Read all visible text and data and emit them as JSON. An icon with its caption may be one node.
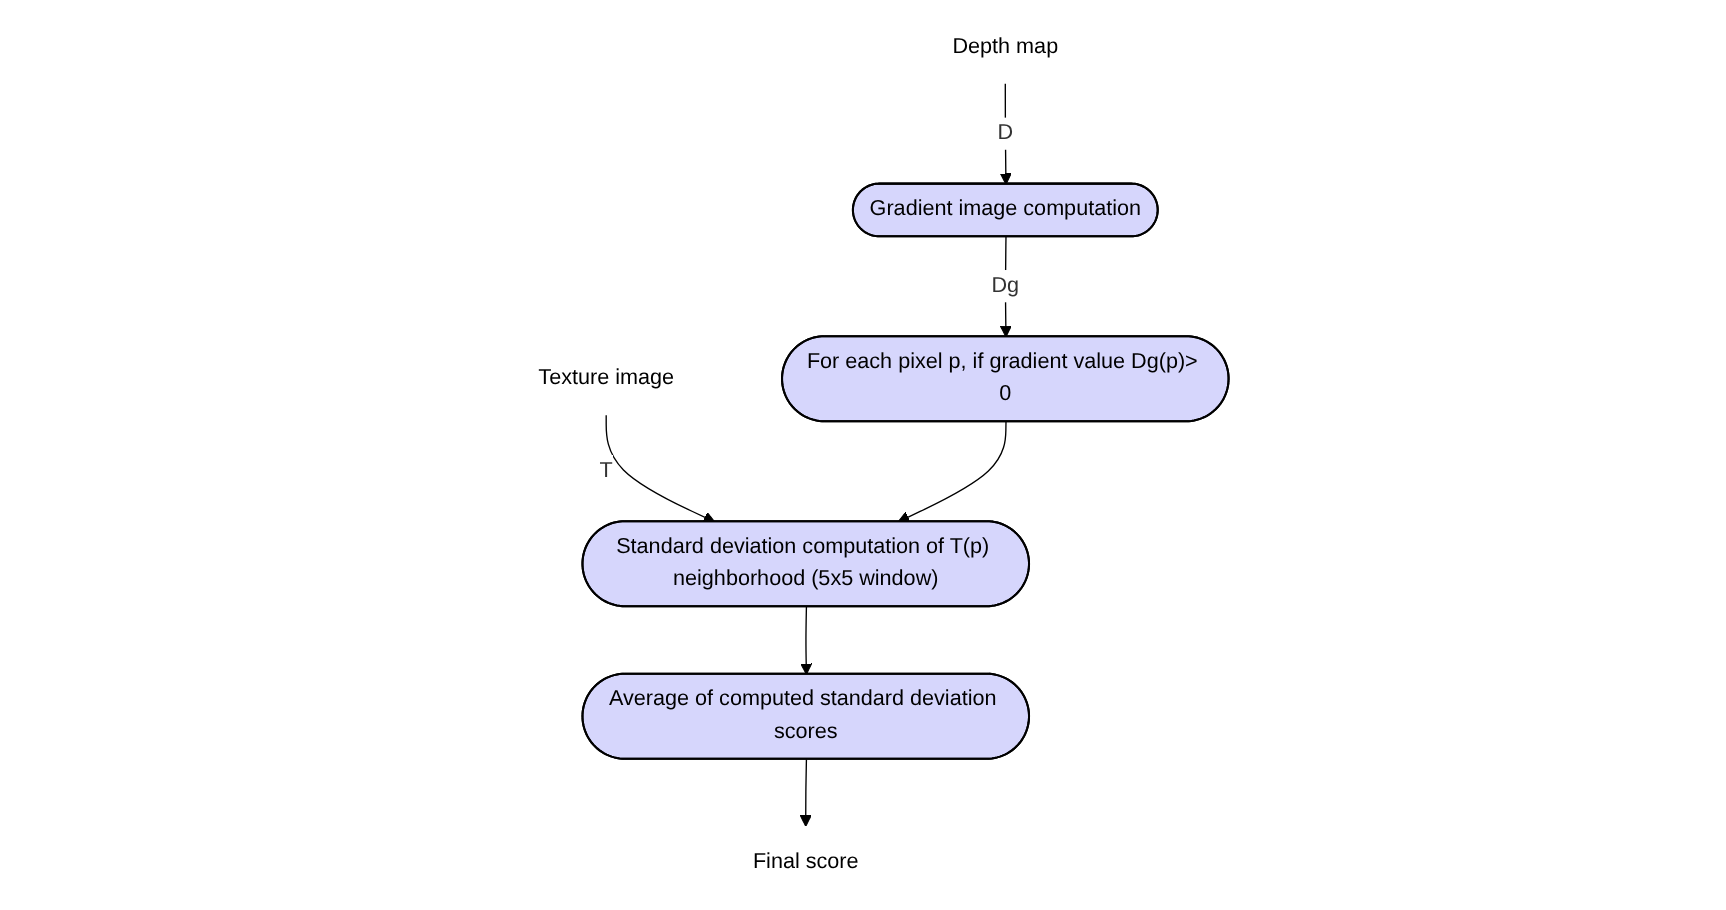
{
  "diagram": {
    "nodes": [
      {
        "text": [
          "Depth map"
        ]
      },
      {
        "text": [
          "Gradient image computation"
        ]
      },
      {
        "text": [
          "For each pixel p, if gradient value Dg(p)> 0"
        ]
      },
      {
        "text": [
          "Texture image"
        ]
      },
      {
        "text": [
          "Standard deviation computation of T(p) neighborhood (5x5 window)"
        ]
      },
      {
        "text": [
          "Average of computed standard deviation scores"
        ]
      },
      {
        "text": [
          "Final score"
        ]
      }
    ],
    "edges": [
      {
        "from": 0,
        "to": 1,
        "arrow": "to",
        "label": "D"
      },
      {
        "from": 1,
        "to": 2,
        "arrow": "to",
        "label": "Dg"
      },
      {
        "from": 3,
        "to": 4,
        "arrow": "to",
        "label": "T"
      },
      {
        "from": 2,
        "to": 4,
        "arrow": "to"
      },
      {
        "from": 4,
        "to": 5,
        "arrow": "to"
      },
      {
        "from": 5,
        "to": 6,
        "arrow": "to"
      }
    ]
  }
}
